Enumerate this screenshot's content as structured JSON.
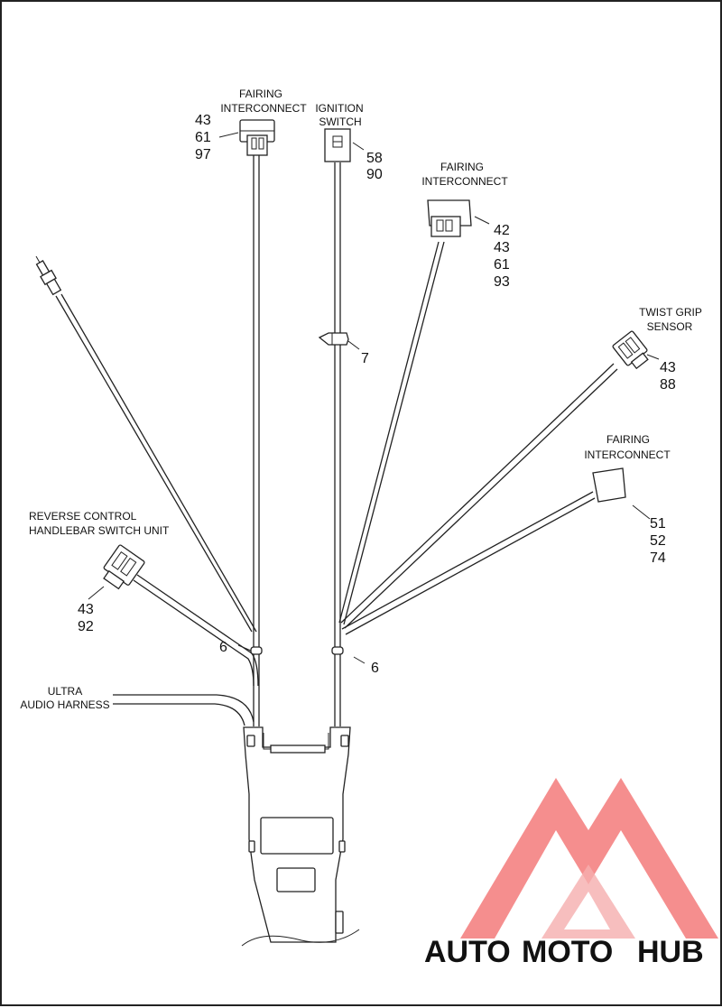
{
  "callouts": {
    "fairing_top": {
      "label1": "FAIRING",
      "label2": "INTERCONNECT",
      "nums": [
        "43",
        "61",
        "97"
      ]
    },
    "ignition": {
      "label1": "IGNITION",
      "label2": "SWITCH",
      "nums": [
        "58",
        "90"
      ]
    },
    "fairing_right": {
      "label1": "FAIRING",
      "label2": "INTERCONNECT",
      "nums": [
        "42",
        "43",
        "61",
        "93"
      ]
    },
    "twist_grip": {
      "label1": "TWIST GRIP",
      "label2": "SENSOR",
      "nums": [
        "43",
        "88"
      ]
    },
    "fairing_lower": {
      "label1": "FAIRING",
      "label2": "INTERCONNECT",
      "nums": [
        "51",
        "52",
        "74"
      ]
    },
    "reverse_control": {
      "label1": "REVERSE CONTROL",
      "label2": "HANDLEBAR SWITCH UNIT",
      "nums": [
        "43",
        "92"
      ]
    },
    "ultra_audio": {
      "label1": "ULTRA",
      "label2": "AUDIO HARNESS"
    },
    "clip": {
      "num": "7"
    },
    "tie_left": {
      "num": "6"
    },
    "tie_right": {
      "num": "6"
    }
  },
  "watermark": {
    "text_a": "AUTO",
    "text_b": "MOTO",
    "text_c": "HUB",
    "color_light": "#f5c08a",
    "color_red": "#ef4f4f",
    "color_gray": "#8a8a8a"
  }
}
